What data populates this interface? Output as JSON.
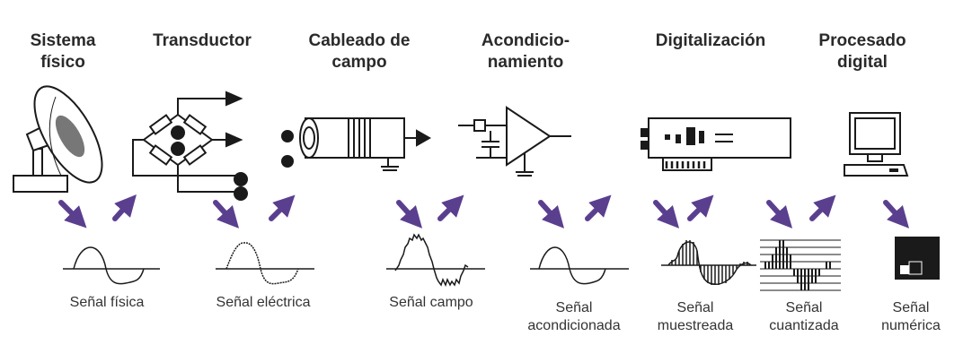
{
  "stages": [
    {
      "id": "sistema-fisico",
      "title": "Sistema\nfísico",
      "signal": "Señal física"
    },
    {
      "id": "transductor",
      "title": "Transductor",
      "signal": "Señal eléctrica"
    },
    {
      "id": "cableado-de-campo",
      "title": "Cableado de\ncampo",
      "signal": "Señal campo"
    },
    {
      "id": "acondicionamiento",
      "title": "Acondicio-\nnamiento",
      "signal": "Señal\nacondicionada"
    },
    {
      "id": "digitalizacion",
      "title": "Digitalización",
      "signal": "Señal\nmuestreada"
    },
    {
      "id": "procesado-digital",
      "title": "Procesado\ndigital",
      "signal": "Señal\ncuantizada"
    },
    {
      "id": "senal-numerica",
      "title": "",
      "signal": "Señal\nnumérica"
    }
  ],
  "colors": {
    "arrow": "#5b3f8f",
    "ink": "#1a1a1a",
    "text": "#333333"
  }
}
